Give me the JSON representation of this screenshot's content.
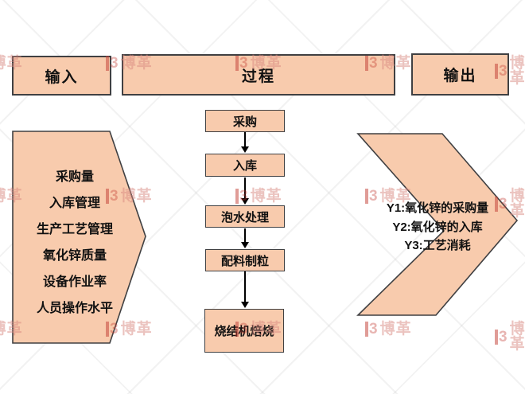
{
  "colors": {
    "shape_fill": "#F8CBAD",
    "shape_border": "#404042",
    "text": "#111111",
    "watermark_red": "#C23B32",
    "watermark_text_red": "#D98880"
  },
  "headers": {
    "input": "输入",
    "process": "过程",
    "output": "输出"
  },
  "input_shape": {
    "items": [
      "采购量",
      "入库管理",
      "生产工艺管理",
      "氧化锌质量",
      "设备作业率",
      "人员操作水平"
    ]
  },
  "process_flow": {
    "steps": [
      "采购",
      "入库",
      "泡水处理",
      "配料制粒",
      "烧结机焙烧"
    ]
  },
  "output_shape": {
    "items": [
      "Y1:氧化锌的采购量",
      "Y2:氧化锌的入库",
      "Y3:工艺消耗"
    ]
  },
  "watermark": {
    "glyph": "3",
    "text": "博革"
  }
}
